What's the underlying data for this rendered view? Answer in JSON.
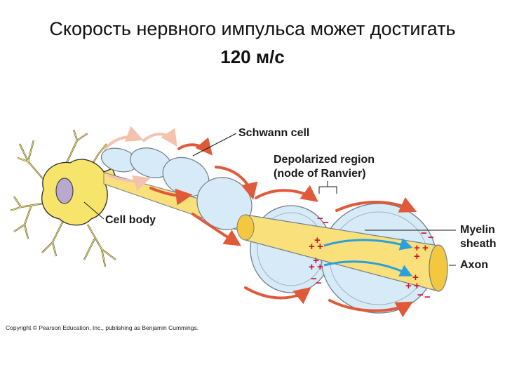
{
  "title": {
    "line1": "Скорость нервного импульса может достигать",
    "line2": "120 м/с"
  },
  "labels": {
    "schwann_cell": "Schwann cell",
    "depolarized_1": "Depolarized region",
    "depolarized_2": "(node of Ranvier)",
    "cell_body": "Cell body",
    "myelin_1": "Myelin",
    "myelin_2": "sheath",
    "axon": "Axon"
  },
  "charges": {
    "plus": "+",
    "minus": "−"
  },
  "copyright": "Copyright © Pearson Education, Inc., publishing as Benjamin Cummings.",
  "colors": {
    "cell_body": "#f7e46a",
    "axon": "#f9e07a",
    "myelin": "#d6eaf7",
    "membrane_outline": "#6f7f8c",
    "impulse_arrow": "#e05a3a",
    "faint_arrow": "#f6c2b0",
    "current_arrow": "#2aa0dd",
    "charge": "#d0102a"
  }
}
